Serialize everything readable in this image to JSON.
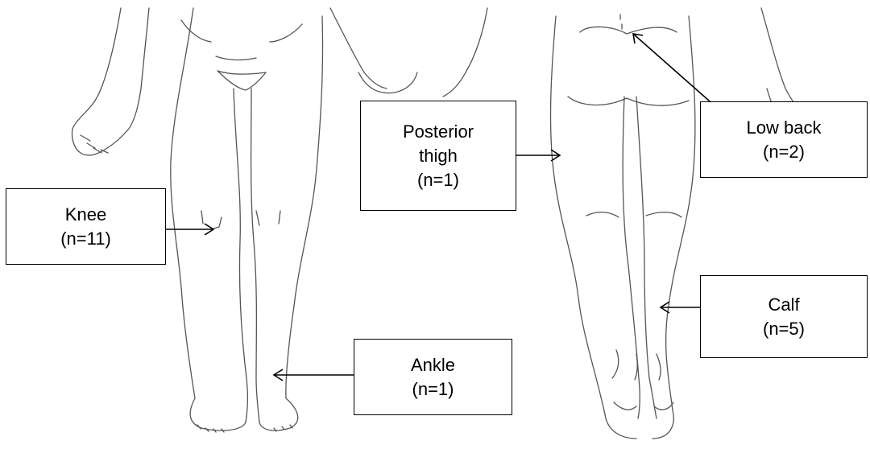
{
  "labels": {
    "knee": {
      "lines": [
        "Knee",
        "(n=11)"
      ]
    },
    "ankle": {
      "lines": [
        "Ankle",
        "(n=1)"
      ]
    },
    "posterior_thigh": {
      "lines": [
        "Posterior",
        "thigh",
        "(n=1)"
      ]
    },
    "low_back": {
      "lines": [
        "Low back",
        "(n=2)"
      ]
    },
    "calf": {
      "lines": [
        "Calf",
        "(n=5)"
      ]
    }
  }
}
